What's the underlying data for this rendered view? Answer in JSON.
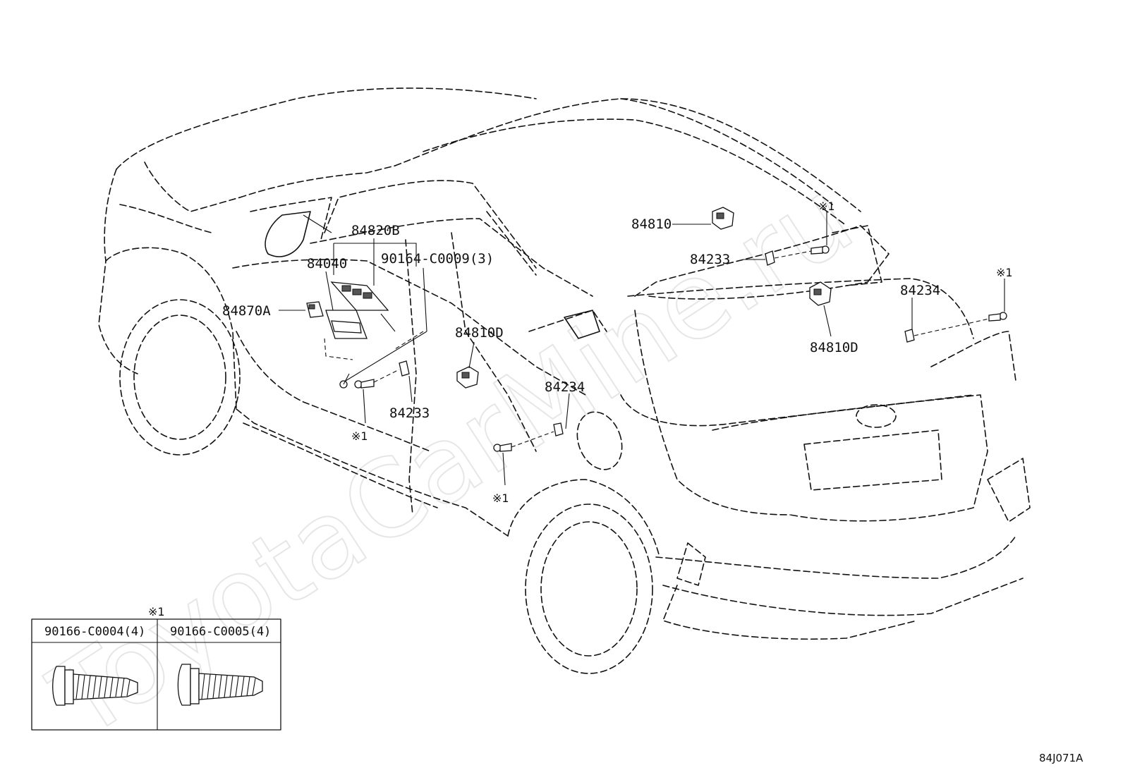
{
  "watermark": "ToyotaCarMine.ru",
  "callouts": {
    "c84820B": "84820B",
    "c84040": "84040",
    "c90164": "90164-C0009(3)",
    "c84870A": "84870A",
    "c84810Dmid": "84810D",
    "c84233low": "84233",
    "c84234mid": "84234",
    "c84810": "84810",
    "c84233top": "84233",
    "c84810Dright": "84810D",
    "c84234right": "84234"
  },
  "marks": {
    "bolt_mark": "※1",
    "bolt_mark_num": "1"
  },
  "legend": {
    "header_mark": "※1",
    "col1": "90166-C0004(4)",
    "col2": "90166-C0005(4)"
  },
  "diagram_ref": "84J071A"
}
